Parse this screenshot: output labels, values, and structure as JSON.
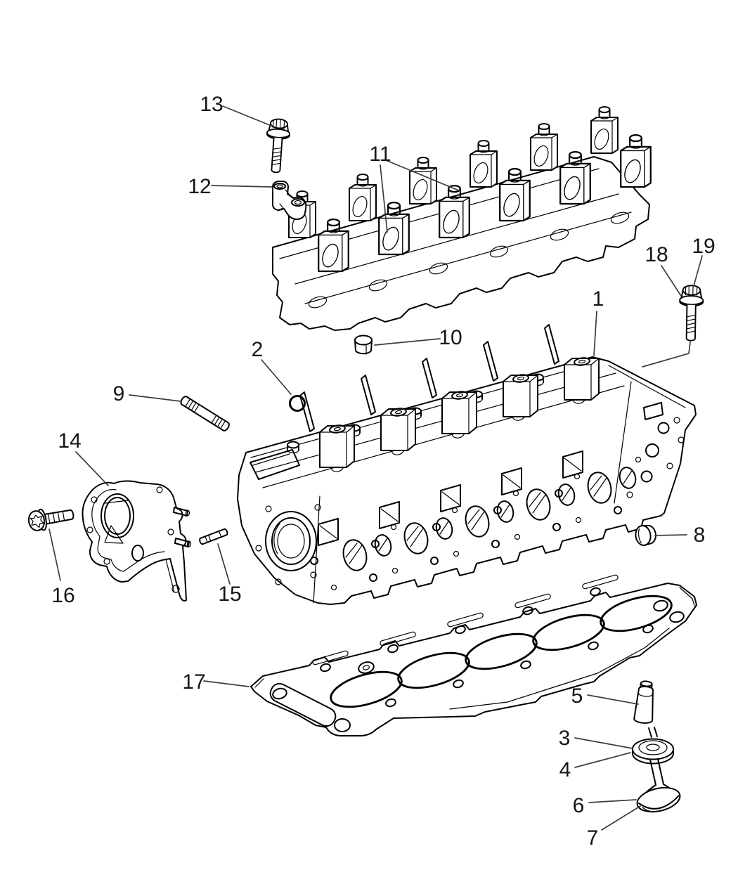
{
  "diagram": {
    "background_color": "#ffffff",
    "line_color": "#000000",
    "leader_color": "#3c3c3c",
    "label_color": "#161616",
    "callouts": {
      "c1": "1",
      "c2": "2",
      "c3": "3",
      "c4": "4",
      "c5": "5",
      "c6": "6",
      "c7": "7",
      "c8": "8",
      "c9": "9",
      "c10": "10",
      "c11": "11",
      "c12": "12",
      "c13": "13",
      "c14": "14",
      "c15": "15",
      "c16": "16",
      "c17": "17",
      "c18": "18",
      "c19": "19"
    }
  }
}
